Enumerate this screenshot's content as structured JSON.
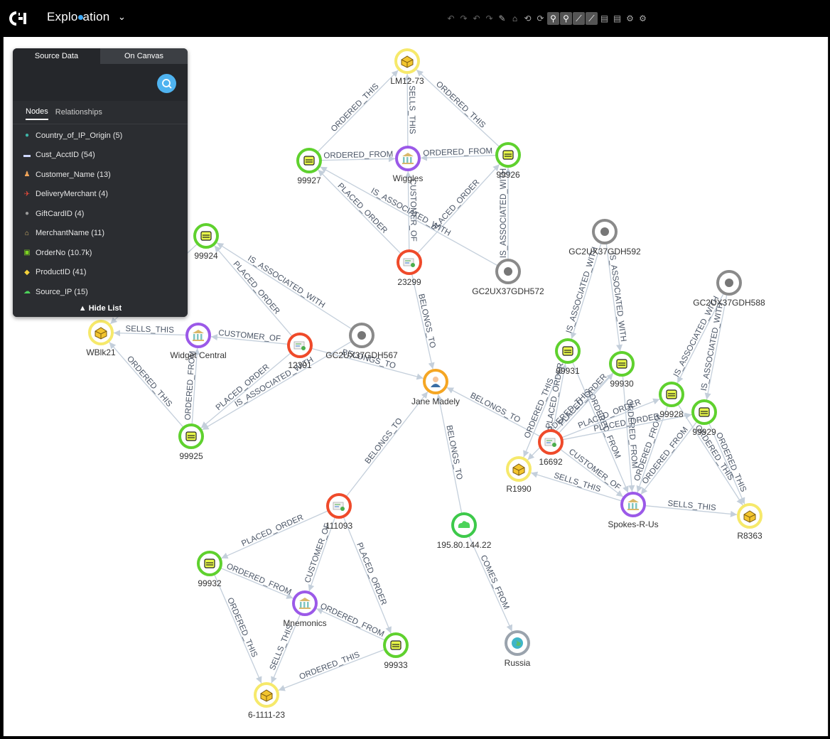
{
  "app": {
    "title_prefix": "Explo",
    "title_suffix": "ation"
  },
  "panel": {
    "tabs": [
      "Source Data",
      "On Canvas"
    ],
    "subtabs": [
      "Nodes",
      "Relationships"
    ],
    "items": [
      {
        "label": "Country_of_IP_Origin (5)",
        "icon": "globe-icon",
        "color": "#3fb5a8"
      },
      {
        "label": "Cust_AcctID (54)",
        "icon": "id-card-icon",
        "color": "#cfd8ff"
      },
      {
        "label": "Customer_Name (13)",
        "icon": "person-icon",
        "color": "#f2a65a"
      },
      {
        "label": "DeliveryMerchant (4)",
        "icon": "airplane-icon",
        "color": "#e84a3a"
      },
      {
        "label": "GiftCardID (4)",
        "icon": "dot-icon",
        "color": "#9a9a9a"
      },
      {
        "label": "MerchantName (11)",
        "icon": "bank-icon",
        "color": "#d9b86a"
      },
      {
        "label": "OrderNo (10.7k)",
        "icon": "card-icon",
        "color": "#7ed321"
      },
      {
        "label": "ProductID (41)",
        "icon": "box-icon",
        "color": "#f5d23a"
      },
      {
        "label": "Source_IP (15)",
        "icon": "cloud-icon",
        "color": "#4cd35a"
      }
    ],
    "hide_label": "▲ Hide List"
  },
  "colors": {
    "order": "#5fd12e",
    "product": "#f6e96b",
    "merchant": "#9b59e8",
    "gift": "#8a8a8a",
    "delivery": "#ef4a2a",
    "customer": "#f5a623",
    "ip": "#3dc94a",
    "country": "#9aa3ad",
    "edge": "#c4cfdb"
  },
  "graph": {
    "nodes": [
      {
        "id": "LM12-73",
        "type": "product",
        "label": "LM12-73"
      },
      {
        "id": "99927",
        "type": "order",
        "label": "99927"
      },
      {
        "id": "Wiggles",
        "type": "merchant",
        "label": "Wiggles"
      },
      {
        "id": "99926",
        "type": "order",
        "label": "99926"
      },
      {
        "id": "23299",
        "type": "delivery",
        "label": "23299"
      },
      {
        "id": "GC572",
        "type": "gift",
        "label": "GC2UX37GDH572"
      },
      {
        "id": "99924",
        "type": "order",
        "label": "99924"
      },
      {
        "id": "WBlk21",
        "type": "product",
        "label": "WBlk21"
      },
      {
        "id": "WidgetCentral",
        "type": "merchant",
        "label": "Widget Central"
      },
      {
        "id": "12391",
        "type": "delivery",
        "label": "12391"
      },
      {
        "id": "GC567",
        "type": "gift",
        "label": "GC2UX37GDH567"
      },
      {
        "id": "99925",
        "type": "order",
        "label": "99925"
      },
      {
        "id": "JaneMadely",
        "type": "customer",
        "label": "Jane Madely"
      },
      {
        "id": "111093",
        "type": "delivery",
        "label": "111093"
      },
      {
        "id": "IP",
        "type": "ip",
        "label": "195.80.144.22"
      },
      {
        "id": "Russia",
        "type": "country",
        "label": "Russia"
      },
      {
        "id": "99932",
        "type": "order",
        "label": "99932"
      },
      {
        "id": "Mnemonics",
        "type": "merchant",
        "label": "Mnemonics"
      },
      {
        "id": "99933",
        "type": "order",
        "label": "99933"
      },
      {
        "id": "6-1111-23",
        "type": "product",
        "label": "6-1111-23"
      },
      {
        "id": "GC592",
        "type": "gift",
        "label": "GC2UX37GDH592"
      },
      {
        "id": "GC588",
        "type": "gift",
        "label": "GC2UX37GDH588"
      },
      {
        "id": "99931",
        "type": "order",
        "label": "99931"
      },
      {
        "id": "99930",
        "type": "order",
        "label": "99930"
      },
      {
        "id": "99928",
        "type": "order",
        "label": "99928"
      },
      {
        "id": "99929",
        "type": "order",
        "label": "99929"
      },
      {
        "id": "16692",
        "type": "delivery",
        "label": "16692"
      },
      {
        "id": "R1990",
        "type": "product",
        "label": "R1990"
      },
      {
        "id": "SpokesRUs",
        "type": "merchant",
        "label": "Spokes-R-Us"
      },
      {
        "id": "R8363",
        "type": "product",
        "label": "R8363"
      }
    ],
    "edges": [
      {
        "s": "99927",
        "t": "LM12-73",
        "label": "ORDERED_THIS"
      },
      {
        "s": "99926",
        "t": "LM12-73",
        "label": "ORDERED_THIS"
      },
      {
        "s": "Wiggles",
        "t": "LM12-73",
        "label": "SELLS_THIS"
      },
      {
        "s": "99927",
        "t": "Wiggles",
        "label": "ORDERED_FROM"
      },
      {
        "s": "99926",
        "t": "Wiggles",
        "label": "ORDERED_FROM"
      },
      {
        "s": "23299",
        "t": "99927",
        "label": "PLACED_ORDER"
      },
      {
        "s": "23299",
        "t": "99926",
        "label": "PLACED_ORDER"
      },
      {
        "s": "23299",
        "t": "Wiggles",
        "label": "CUSTOMER_OF"
      },
      {
        "s": "GC572",
        "t": "99927",
        "label": "IS_ASSOCIATED_WITH"
      },
      {
        "s": "GC572",
        "t": "99926",
        "label": "IS_ASSOCIATED_WITH"
      },
      {
        "s": "23299",
        "t": "JaneMadely",
        "label": "BELONGS_TO"
      },
      {
        "s": "99924",
        "t": "WBlk21",
        "label": "ORDERED_FROM"
      },
      {
        "s": "WidgetCentral",
        "t": "WBlk21",
        "label": "SELLS_THIS"
      },
      {
        "s": "99925",
        "t": "WBlk21",
        "label": "ORDERED_THIS"
      },
      {
        "s": "12391",
        "t": "WidgetCentral",
        "label": "CUSTOMER_OF"
      },
      {
        "s": "12391",
        "t": "99924",
        "label": "PLACED_ORDER"
      },
      {
        "s": "GC567",
        "t": "99924",
        "label": "IS_ASSOCIATED_WITH"
      },
      {
        "s": "12391",
        "t": "99925",
        "label": "PLACED_ORDER"
      },
      {
        "s": "GC567",
        "t": "99925",
        "label": "IS_ASSOCIATED_WITH"
      },
      {
        "s": "99925",
        "t": "WidgetCentral",
        "label": "ORDERED_FROM"
      },
      {
        "s": "12391",
        "t": "JaneMadely",
        "label": "BELONGS_TO"
      },
      {
        "s": "111093",
        "t": "JaneMadely",
        "label": "BELONGS_TO"
      },
      {
        "s": "IP",
        "t": "JaneMadely",
        "label": "BELONGS_TO"
      },
      {
        "s": "IP",
        "t": "Russia",
        "label": "COMES_FROM"
      },
      {
        "s": "111093",
        "t": "99932",
        "label": "PLACED_ORDER"
      },
      {
        "s": "111093",
        "t": "99933",
        "label": "PLACED_ORDER"
      },
      {
        "s": "111093",
        "t": "Mnemonics",
        "label": "CUSTOMER_OF"
      },
      {
        "s": "99932",
        "t": "Mnemonics",
        "label": "ORDERED_FROM"
      },
      {
        "s": "99933",
        "t": "Mnemonics",
        "label": "ORDERED_FROM"
      },
      {
        "s": "99932",
        "t": "6-1111-23",
        "label": "ORDERED_THIS"
      },
      {
        "s": "99933",
        "t": "6-1111-23",
        "label": "ORDERED_THIS"
      },
      {
        "s": "Mnemonics",
        "t": "6-1111-23",
        "label": "SELLS_THIS"
      },
      {
        "s": "16692",
        "t": "JaneMadely",
        "label": "BELONGS_TO"
      },
      {
        "s": "16692",
        "t": "SpokesRUs",
        "label": "CUSTOMER_OF"
      },
      {
        "s": "SpokesRUs",
        "t": "R1990",
        "label": "SELLS_THIS"
      },
      {
        "s": "SpokesRUs",
        "t": "R8363",
        "label": "SELLS_THIS"
      },
      {
        "s": "99931",
        "t": "R1990",
        "label": "ORDERED_THIS"
      },
      {
        "s": "99930",
        "t": "R1990",
        "label": "ORDERED_THIS"
      },
      {
        "s": "99931",
        "t": "SpokesRUs",
        "label": "ORDERED_FROM"
      },
      {
        "s": "99930",
        "t": "SpokesRUs",
        "label": "ORDERED_FROM"
      },
      {
        "s": "99928",
        "t": "SpokesRUs",
        "label": "ORDERED_FROM"
      },
      {
        "s": "99929",
        "t": "SpokesRUs",
        "label": "ORDERED_FROM"
      },
      {
        "s": "99929",
        "t": "R8363",
        "label": "ORDERED_THIS"
      },
      {
        "s": "99928",
        "t": "R8363",
        "label": "ORDERED_THIS"
      },
      {
        "s": "16692",
        "t": "99931",
        "label": "PLACED_ORDER"
      },
      {
        "s": "16692",
        "t": "99930",
        "label": "PLACED_ORDER"
      },
      {
        "s": "16692",
        "t": "99928",
        "label": "PLACED_ORDER"
      },
      {
        "s": "16692",
        "t": "99929",
        "label": "PLACED_ORDER"
      },
      {
        "s": "GC592",
        "t": "99931",
        "label": "IS_ASSOCIATED_WITH"
      },
      {
        "s": "GC592",
        "t": "99930",
        "label": "IS_ASSOCIATED_WITH"
      },
      {
        "s": "GC588",
        "t": "99928",
        "label": "IS_ASSOCIATED_WITH"
      },
      {
        "s": "GC588",
        "t": "99929",
        "label": "IS_ASSOCIATED_WITH"
      }
    ]
  }
}
